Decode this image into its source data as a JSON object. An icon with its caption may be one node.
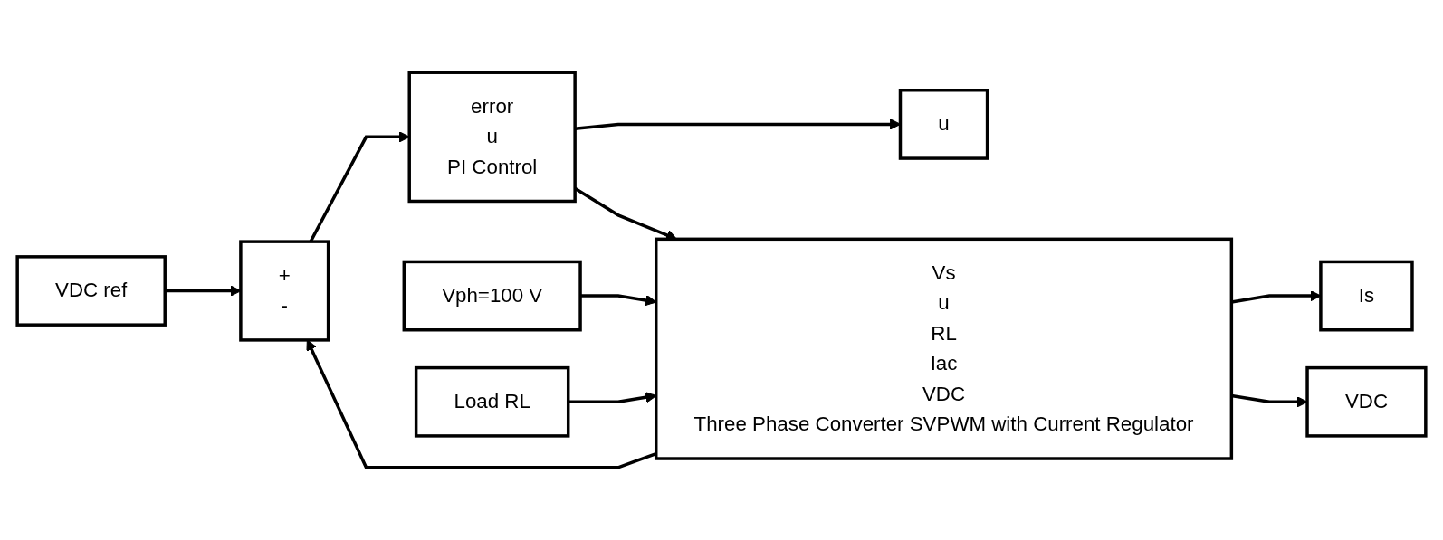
{
  "diagram": {
    "nodes": [
      {
        "text": [
          "VDC ref"
        ]
      },
      {
        "text": [
          "+",
          "-"
        ]
      },
      {
        "text": [
          "error",
          "u",
          "PI Control"
        ]
      },
      {
        "text": [
          "u"
        ]
      },
      {
        "text": [
          "Vph=100 V"
        ]
      },
      {
        "text": [
          "Load RL"
        ]
      },
      {
        "text": [
          "Vs",
          "u",
          "RL",
          "Iac",
          "VDC",
          "Three Phase Converter SVPWM with Current Regulator"
        ]
      },
      {
        "text": [
          "Is"
        ]
      },
      {
        "text": [
          "VDC"
        ]
      }
    ],
    "edges": [
      {
        "from": 0,
        "to": 1,
        "arrow": "to"
      },
      {
        "from": 1,
        "to": 2,
        "arrow": "to"
      },
      {
        "from": 2,
        "to": 3,
        "arrow": "to"
      },
      {
        "from": 2,
        "to": 6,
        "arrow": "to"
      },
      {
        "from": 4,
        "to": 6,
        "arrow": "to"
      },
      {
        "from": 5,
        "to": 6,
        "arrow": "to"
      },
      {
        "from": 6,
        "to": 7,
        "arrow": "to"
      },
      {
        "from": 6,
        "to": 8,
        "arrow": "to"
      },
      {
        "from": 6,
        "to": 1,
        "arrow": "to"
      }
    ]
  }
}
